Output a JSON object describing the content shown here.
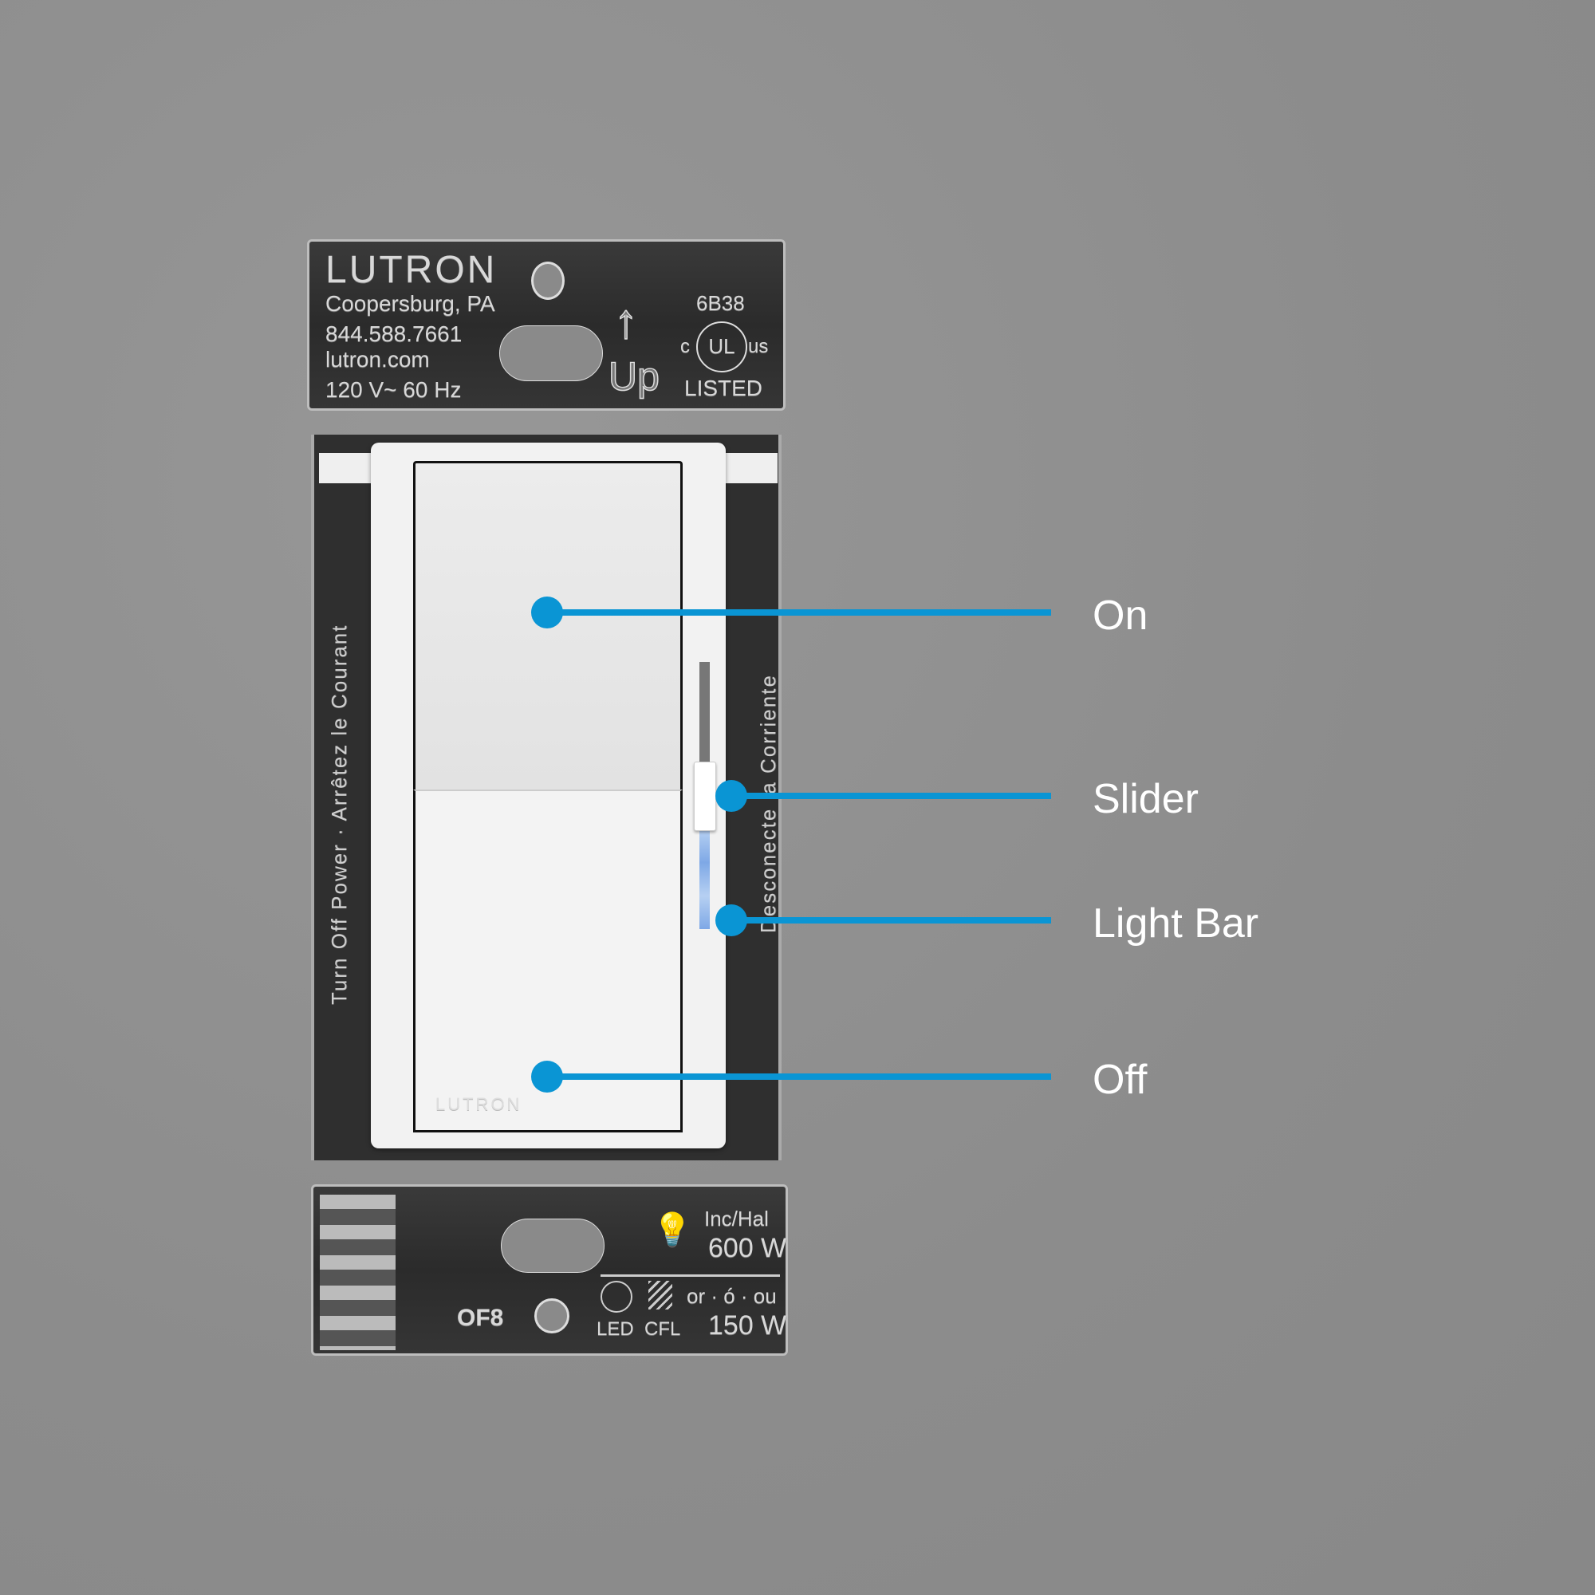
{
  "top_plate": {
    "brand": "LUTRON",
    "city": "Coopersburg, PA",
    "phone": "844.588.7661",
    "website": "lutron.com",
    "rating": "120 V~  60 Hz",
    "up_label": "Up",
    "model_code": "6B38",
    "ul_c": "c",
    "ul_mark": "UL",
    "ul_us": "us",
    "listed": "LISTED"
  },
  "side_text": {
    "left": "Turn Off Power · Arrêtez le Courant",
    "right": "Desconecte la Corriente"
  },
  "paddle": {
    "brand": "LUTRON"
  },
  "bottom_plate": {
    "code": "OF8",
    "inc_label": "Inc/Hal",
    "inc_watts": "600 W",
    "alt_sep": "or · ó · ou",
    "led": "LED",
    "cfl": "CFL",
    "led_watts": "150 W"
  },
  "slider_level": 0.4,
  "callouts": [
    {
      "label": "On"
    },
    {
      "label": "Slider"
    },
    {
      "label": "Light Bar"
    },
    {
      "label": "Off"
    }
  ],
  "colors": {
    "accent": "#0a95d4",
    "background": "#8f8f8f",
    "light_bar": "#8fb8ee"
  }
}
